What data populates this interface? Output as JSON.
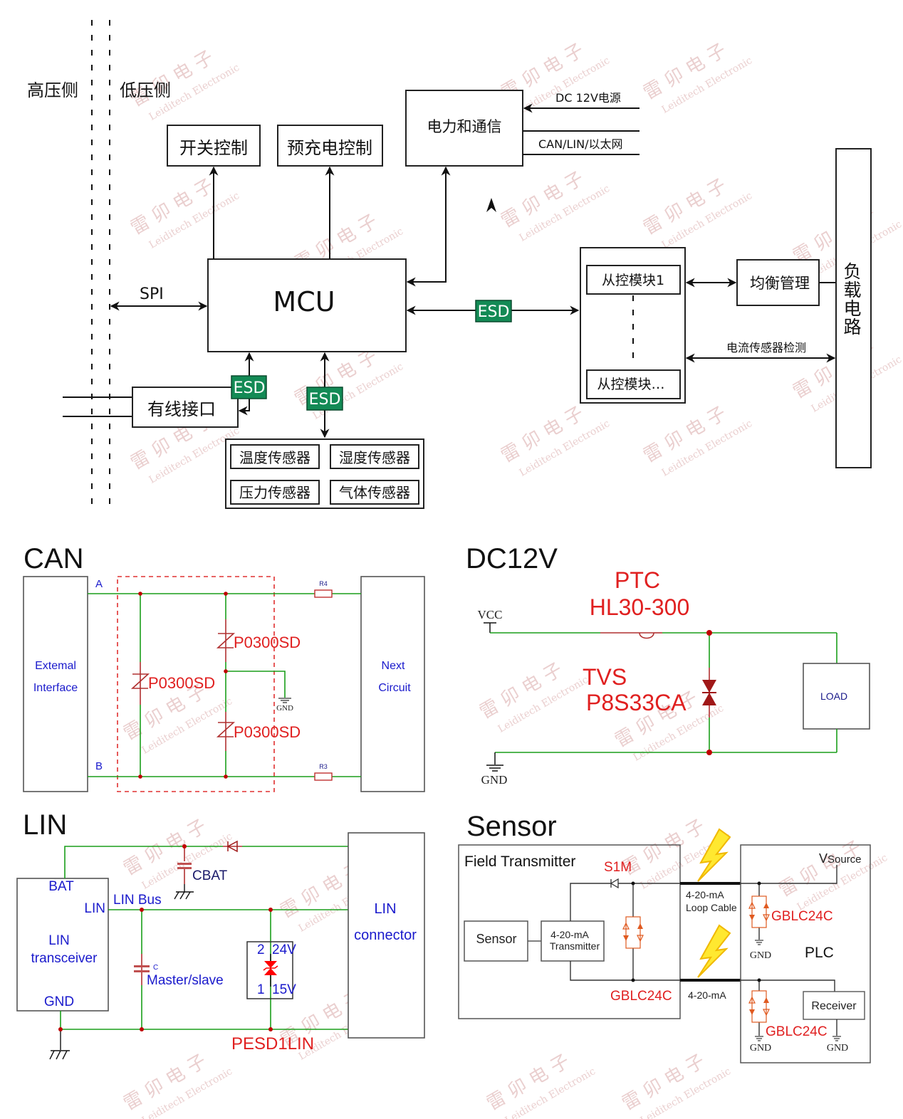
{
  "block_diagram": {
    "zones": {
      "high_voltage": "高压侧",
      "low_voltage": "低压侧"
    },
    "blocks": {
      "switch_control": "开关控制",
      "precharge_control": "预充电控制",
      "power_comm": "电力和通信",
      "mcu": "MCU",
      "slave_module_1": "从控模块1",
      "slave_module_n": "从控模块…",
      "balance_mgmt": "均衡管理",
      "load_circuit": "负载电路",
      "wired_interface": "有线接口",
      "sensors": [
        "温度传感器",
        "湿度传感器",
        "压力传感器",
        "气体传感器"
      ]
    },
    "labels": {
      "spi": "SPI",
      "dc12v_source": "DC 12V电源",
      "can_lin_eth": "CAN/LIN/以太网",
      "current_sensor": "电流传感器检测",
      "esd": "ESD"
    }
  },
  "can": {
    "title": "CAN",
    "left_box": [
      "Extemal",
      "Interface"
    ],
    "right_box": [
      "Next",
      "Circuit"
    ],
    "line_a": "A",
    "line_b": "B",
    "r_top": "R4",
    "r_bottom": "R3",
    "tss_parts": [
      "P0300SD",
      "P0300SD",
      "P0300SD"
    ],
    "gnd": "GND"
  },
  "dc12v": {
    "title": "DC12V",
    "ptc_label": "PTC",
    "ptc_part": "HL30-300",
    "tvs_label": "TVS",
    "tvs_part": "P8S33CA",
    "vcc": "VCC",
    "gnd": "GND",
    "load": "LOAD"
  },
  "lin": {
    "title": "LIN",
    "transceiver_pins": {
      "bat": "BAT",
      "lin": "LIN",
      "gnd": "GND"
    },
    "transceiver_name": [
      "LIN",
      "transceiver"
    ],
    "bus_label": "LIN Bus",
    "cbat": "CBAT",
    "cap_ref": "C",
    "cap_label": "Master/slave",
    "connector": [
      "LIN",
      "connector"
    ],
    "pesd_pin2": "2",
    "pesd_pin1": "1",
    "pesd_v2": "24V",
    "pesd_v1": "15V",
    "pesd_part": "PESD1LIN"
  },
  "sensor": {
    "title": "Sensor",
    "field_transmitter": "Field Transmitter",
    "sensor_block": "Sensor",
    "transmitter_block": [
      "4-20-mA",
      "Transmitter"
    ],
    "diode": "S1M",
    "tvs_part": "GBLC24C",
    "cable_top": [
      "4-20-mA",
      "Loop Cable"
    ],
    "cable_bottom": "4-20-mA",
    "vsource_v": "V",
    "vsource": "Source",
    "plc": "PLC",
    "receiver": "Receiver",
    "gnd": "GND"
  },
  "watermark": {
    "cn": "雷 卯 电 子",
    "en": "Leiditech Electronic"
  }
}
